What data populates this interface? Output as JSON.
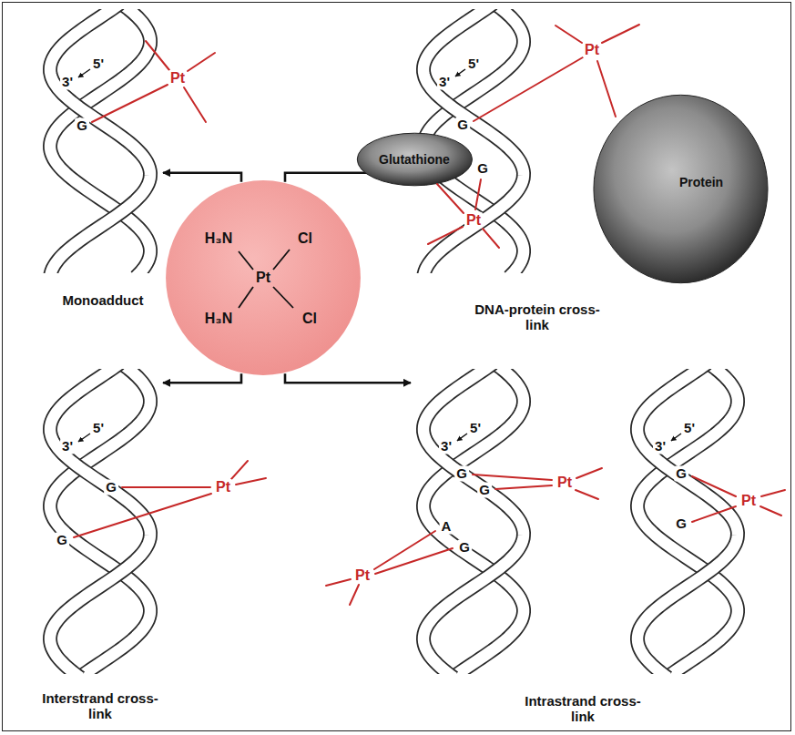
{
  "diagram": {
    "nodes": [
      {
        "text": [
          "5'",
          "3'",
          "G",
          "Pt",
          "Monoadduct"
        ]
      },
      {
        "text": [
          "5'",
          "3'",
          "G",
          "G",
          "Pt",
          "Pt",
          "DNA-protein cross-link"
        ]
      },
      {
        "text": [
          "Glutathione"
        ]
      },
      {
        "text": [
          "Protein"
        ]
      },
      {
        "text": [
          "H₃N",
          "Cl",
          "Pt",
          "H₃N",
          "Cl"
        ]
      },
      {
        "text": [
          "5'",
          "3'",
          "G",
          "G",
          "Pt",
          "Interstrand cross-link"
        ]
      },
      {
        "text": [
          "5'",
          "3'",
          "G",
          "G",
          "A",
          "G",
          "Pt",
          "Pt"
        ]
      },
      {
        "text": [
          "5'",
          "3'",
          "G",
          "G",
          "Pt"
        ]
      }
    ],
    "edges": [
      {
        "from": 4,
        "to": 0,
        "arrow": "to"
      },
      {
        "from": 4,
        "to": 1,
        "arrow": "to"
      },
      {
        "from": 4,
        "to": 5,
        "arrow": "to"
      },
      {
        "from": 4,
        "to": 6,
        "arrow": "to"
      }
    ],
    "labels": [
      "Intrastrand cross-link"
    ]
  }
}
